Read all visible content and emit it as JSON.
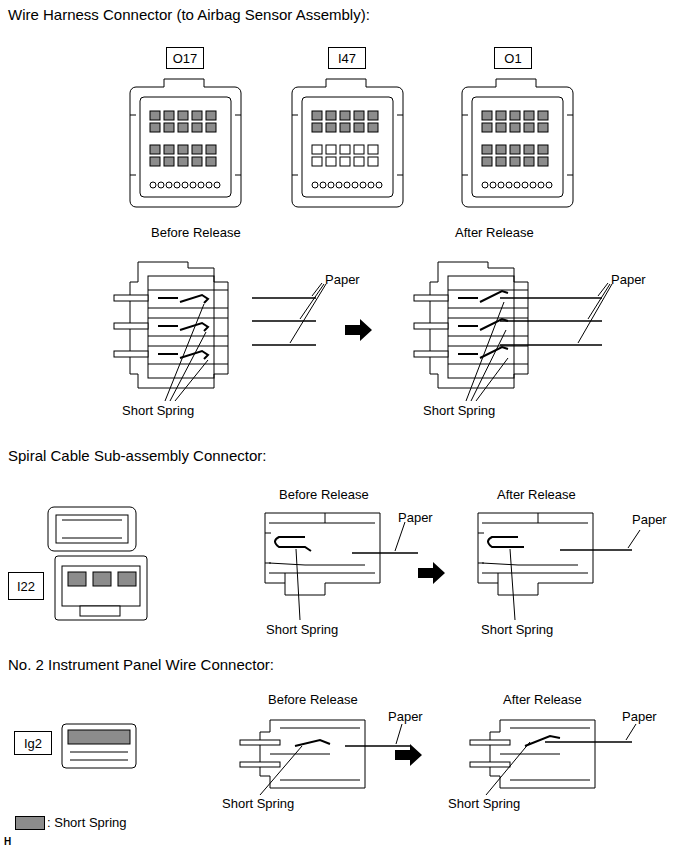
{
  "diagram": {
    "nodes": [
      {
        "text": [
          "O17"
        ]
      },
      {
        "text": [
          "I47"
        ]
      },
      {
        "text": [
          "O1"
        ]
      },
      {
        "text": [
          "I22"
        ]
      },
      {
        "text": [
          "Ig2"
        ]
      }
    ],
    "labels": [
      "Wire Harness Connector (to Airbag Sensor Assembly):",
      "Before Release",
      "After Release",
      "Paper",
      "Paper",
      "Short Spring",
      "Short Spring",
      "Spiral Cable Sub-assembly Connector:",
      "Before Release",
      "After Release",
      "Paper",
      "Paper",
      "Short Spring",
      "Short Spring",
      "No. 2 Instrument Panel Wire Connector:",
      "Before Release",
      "After Release",
      "Paper",
      "Paper",
      "Short Spring",
      "Short Spring",
      "H"
    ],
    "legend": [
      {
        "text": ": Short Spring",
        "color": "#8c8c8c"
      }
    ]
  }
}
